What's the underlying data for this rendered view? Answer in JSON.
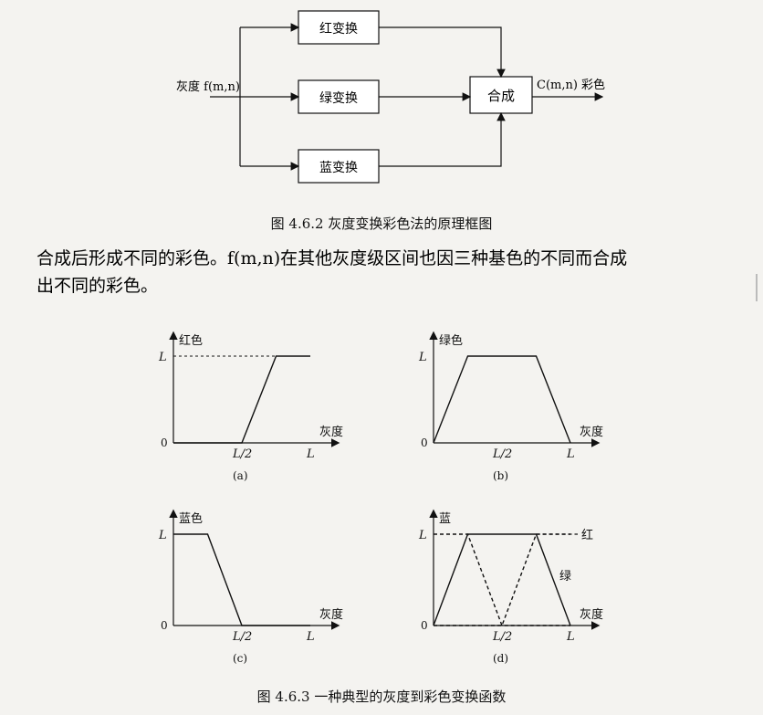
{
  "block_diagram": {
    "input_label": "灰度 f(m,n)",
    "red_box": "红变换",
    "green_box": "绿变换",
    "blue_box": "蓝变换",
    "combine_box": "合成",
    "output_label": "C(m,n) 彩色"
  },
  "caption1": "图 4.6.2   灰度变换彩色法的原理框图",
  "paragraph": {
    "line1": "合成后形成不同的彩色。f(m,n)在其他灰度级区间也因三种基色的不同而合成",
    "line2": "出不同的彩色。"
  },
  "caption2": "图 4.6.3   一种典型的灰度到彩色变换函数",
  "chart_data": [
    {
      "type": "line",
      "panel": "(a)",
      "ylabel": "红色",
      "xlabel": "灰度",
      "xticks": [
        "L/2",
        "L"
      ],
      "yticks": [
        "0",
        "L"
      ],
      "x": [
        0,
        0.5,
        0.75,
        1
      ],
      "y": [
        0,
        0,
        1,
        1
      ]
    },
    {
      "type": "line",
      "panel": "(b)",
      "ylabel": "绿色",
      "xlabel": "灰度",
      "xticks": [
        "L/2",
        "L"
      ],
      "yticks": [
        "0",
        "L"
      ],
      "x": [
        0,
        0.25,
        0.75,
        1
      ],
      "y": [
        0,
        1,
        1,
        0
      ]
    },
    {
      "type": "line",
      "panel": "(c)",
      "ylabel": "蓝色",
      "xlabel": "灰度",
      "xticks": [
        "L/2",
        "L"
      ],
      "yticks": [
        "0",
        "L"
      ],
      "x": [
        0,
        0.25,
        0.5,
        1
      ],
      "y": [
        1,
        1,
        0,
        0
      ]
    },
    {
      "type": "line",
      "panel": "(d)",
      "ylabel": "蓝",
      "xlabel": "灰度",
      "xticks": [
        "L/2",
        "L"
      ],
      "yticks": [
        "0",
        "L"
      ],
      "series": [
        {
          "name": "红",
          "x": [
            0,
            0.5,
            0.75,
            1
          ],
          "y": [
            0,
            0,
            1,
            1
          ],
          "style": "dashed"
        },
        {
          "name": "绿",
          "x": [
            0,
            0.25,
            0.75,
            1
          ],
          "y": [
            0,
            1,
            1,
            0
          ],
          "style": "solid"
        },
        {
          "name": "蓝",
          "x": [
            0,
            0.25,
            0.5,
            1
          ],
          "y": [
            1,
            1,
            0,
            0
          ],
          "style": "dashed"
        }
      ]
    }
  ]
}
